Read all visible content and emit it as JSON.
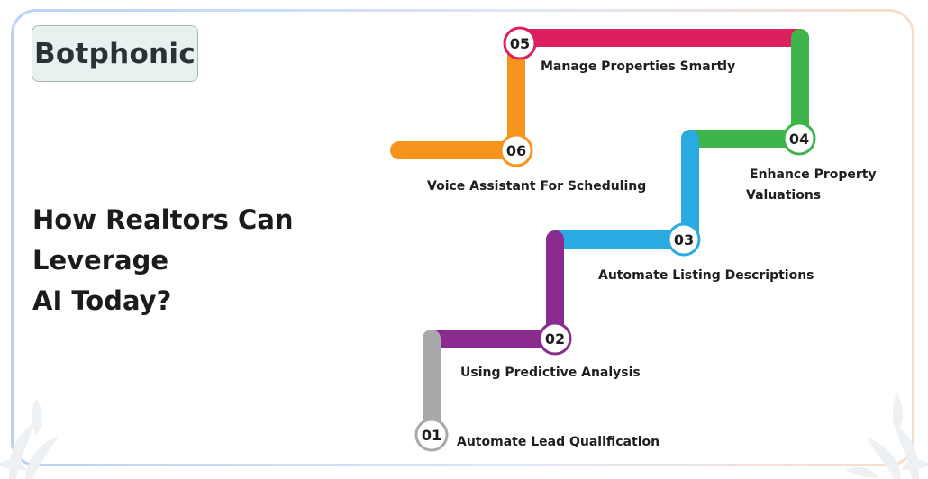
{
  "brand": {
    "name": "Botphonic"
  },
  "headline": {
    "line1": "How Realtors Can Leverage",
    "line2": "AI Today?"
  },
  "steps": [
    {
      "number": "01",
      "label": "Automate Lead Qualification",
      "color": "#a8a9ab"
    },
    {
      "number": "02",
      "label": "Using Predictive Analysis",
      "color": "#8b2a8f"
    },
    {
      "number": "03",
      "label": "Automate Listing Descriptions",
      "color": "#29abe2"
    },
    {
      "number": "04",
      "label_line1": "Enhance Property",
      "label_line2": "Valuations",
      "color": "#3db54a"
    },
    {
      "number": "05",
      "label": "Manage Properties Smartly",
      "color": "#dc1f5d"
    },
    {
      "number": "06",
      "label": "Voice Assistant For Scheduling",
      "color": "#f7941d"
    }
  ]
}
